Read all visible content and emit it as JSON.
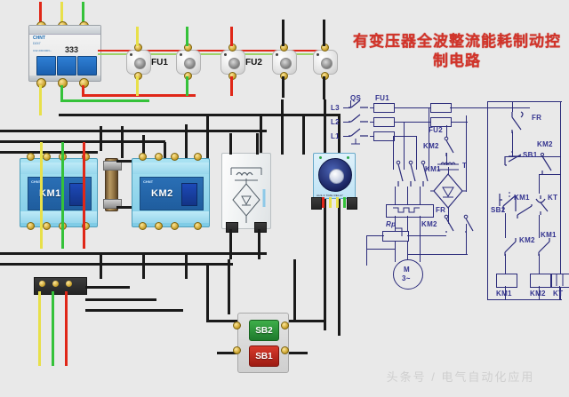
{
  "page": {
    "title": "有变压器全波整流能耗制动控制电路",
    "watermark": "头条号 / 电气自动化应用",
    "background_color": "#e9e9e9",
    "title_color": "#d2342a",
    "schematic_line_color": "#2b2b7a",
    "label_color": "#33338f"
  },
  "physical": {
    "breaker": {
      "name": "circuit-breaker",
      "brand": "CHNT",
      "model": "DZ47",
      "curve": "333",
      "spec": "C32 230/400V~",
      "poles": 3
    },
    "fuses": [
      {
        "label": "FU1",
        "wire_color": "#e8e04a"
      },
      {
        "label": "",
        "wire_color": "#35c23a"
      },
      {
        "label": "",
        "wire_color": "#e02718"
      },
      {
        "label": "FU2",
        "wire_color": "#1a1a1a"
      },
      {
        "label": "",
        "wire_color": "#1a1a1a"
      }
    ],
    "fuse_group_labels": [
      "FU1",
      "FU2"
    ],
    "contactors": [
      {
        "label": "KM1",
        "brand": "CHNT"
      },
      {
        "label": "KM2",
        "brand": "CHNT"
      }
    ],
    "resistor": {
      "label": "Rp",
      "type": "braking-resistor"
    },
    "rectifier": {
      "label": "T",
      "type": "transformer-bridge-rectifier"
    },
    "timer": {
      "label": "KT",
      "type": "time-relay",
      "legend": "AH3-3  TIME RELAY"
    },
    "buttons": [
      {
        "label": "SB2",
        "color": "#2e8b3a",
        "role": "start"
      },
      {
        "label": "SB1",
        "color": "#c12f22",
        "role": "stop"
      }
    ],
    "motor_lead_colors": [
      "#e8e04a",
      "#35c23a",
      "#e02718"
    ]
  },
  "schematic": {
    "supply_lines": [
      "L3",
      "L2",
      "L1"
    ],
    "switch": "QS",
    "fuse_main": "FU1",
    "fuse_control": "FU2",
    "main_contact": "KM1",
    "brake_contact": "KM2",
    "overload": "FR",
    "transformer": "T",
    "resistor": "Rp",
    "motor": {
      "line1": "M",
      "line2": "3~"
    },
    "control": {
      "overload_contact": "FR",
      "stop_button": "SB1",
      "start_button": "SB2",
      "aux_km2": "KM2",
      "aux_km1": "KM1",
      "aux_kt": "KT",
      "seal_km2": "KM2",
      "seal_km1": "KM1"
    },
    "coils": [
      "KM1",
      "KM2",
      "KT"
    ]
  }
}
